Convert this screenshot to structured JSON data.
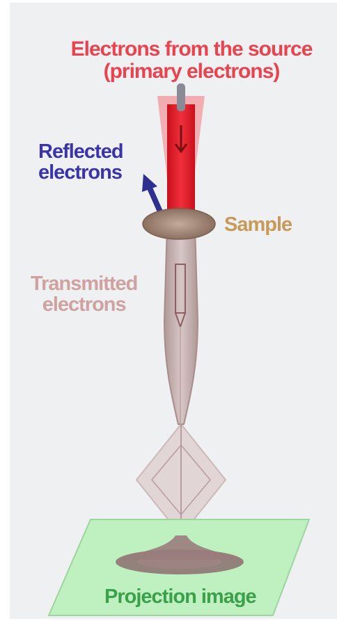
{
  "labels": {
    "source_line1": "Electrons from the source",
    "source_line2": "(primary electrons)",
    "reflected_line1": "Reflected",
    "reflected_line2": "electrons",
    "sample": "Sample",
    "transmitted_line1": "Transmitted",
    "transmitted_line2": "electrons",
    "projection": "Projection image"
  },
  "colors": {
    "background": "#eef0f2",
    "primary_beam": "#e8232f",
    "reflected_arrow": "#2e2f8f",
    "sample_disk": "#a08878",
    "transmitted_beam": "#b68a88",
    "screen": "#bff0c0",
    "source_text": "#e8444f",
    "reflected_text": "#3a34a8",
    "sample_text": "#c89a5a",
    "transmitted_text": "#cfa1a1",
    "projection_text": "#3aa04a"
  }
}
